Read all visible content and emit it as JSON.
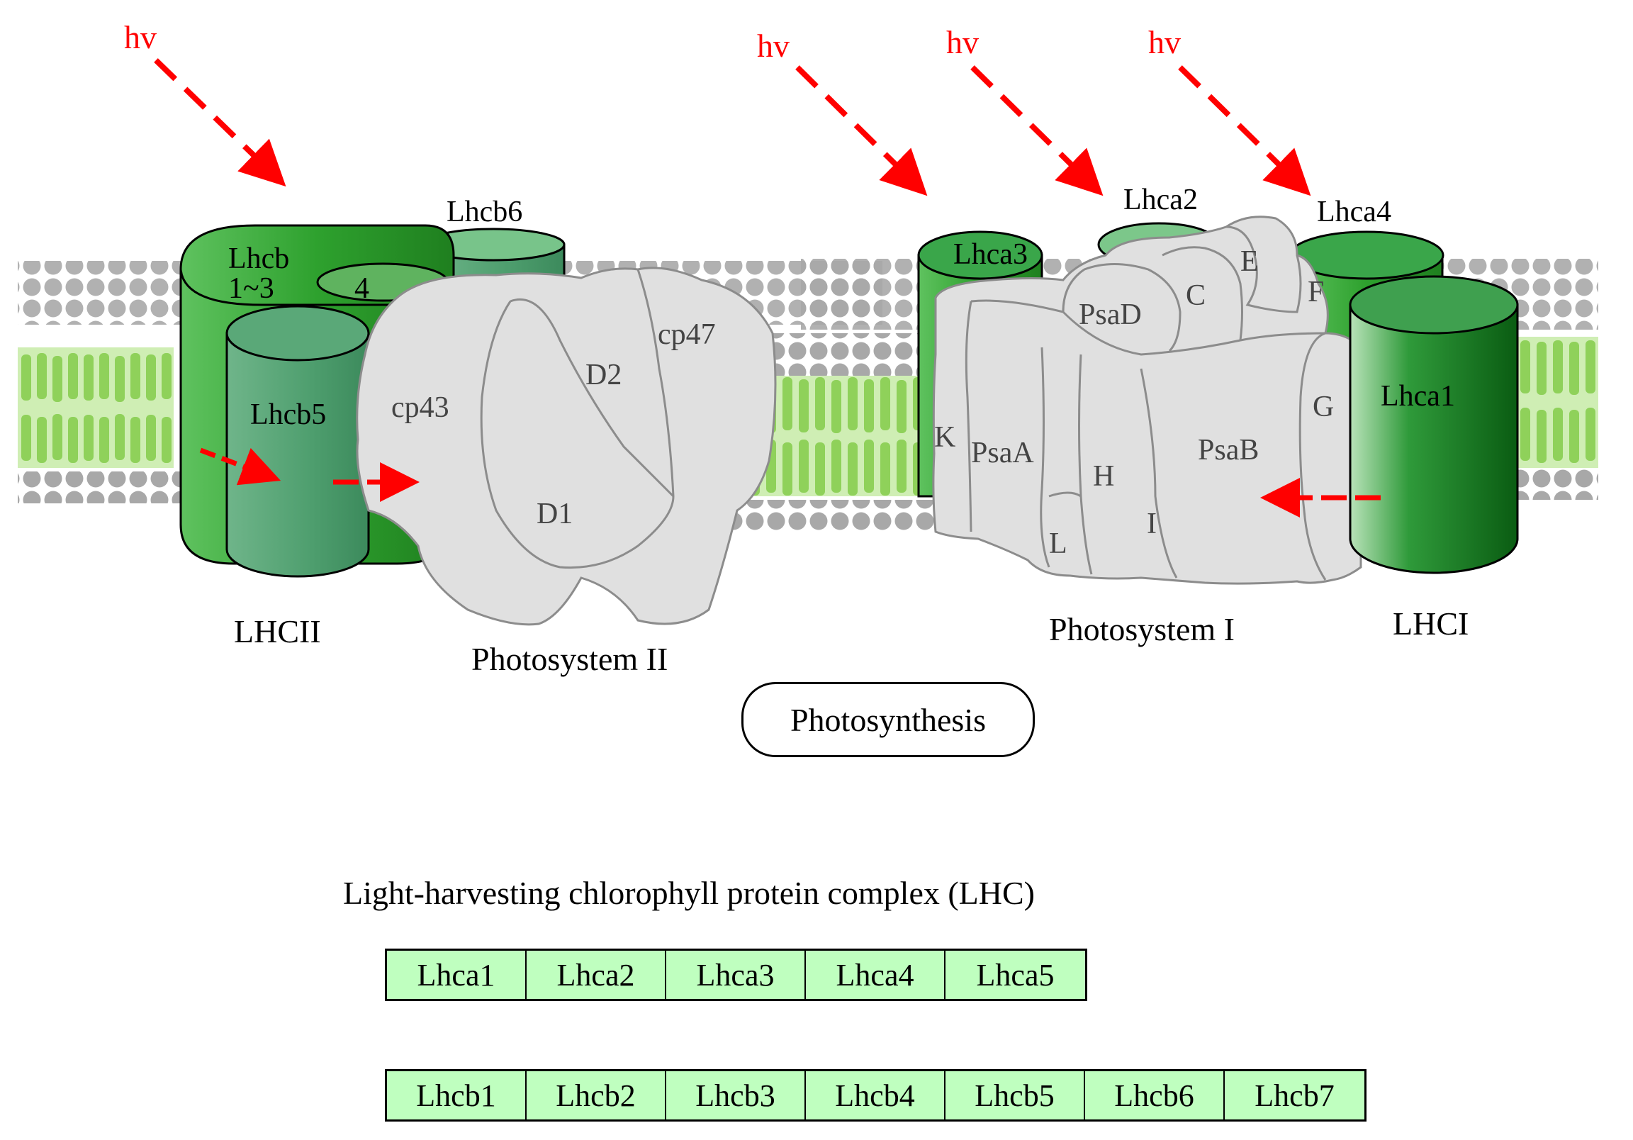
{
  "light": {
    "label": "hv",
    "color": "#ff0000"
  },
  "colors": {
    "membrane_head": "#a8a8a8",
    "lipid_tail": "#8fd15a",
    "lhc_green": "#2ea12e",
    "lhc_dark_green": "#0f6e1a",
    "lhcb5_green": "#4e9e6e",
    "complex_grey": "#e0e0e0",
    "table_fill": "#bfffbf",
    "arrow_red": "#ff0000"
  },
  "labels": {
    "lhcb13_line1": "Lhcb",
    "lhcb13_line2": "1~3",
    "lhcb4": "4",
    "lhcb5": "Lhcb5",
    "lhcb6": "Lhcb6",
    "cp43": "cp43",
    "cp47": "cp47",
    "d1": "D1",
    "d2": "D2",
    "lhca1": "Lhca1",
    "lhca2": "Lhca2",
    "lhca3": "Lhca3",
    "lhca4": "Lhca4",
    "psaa": "PsaA",
    "psab": "PsaB",
    "psad": "PsaD",
    "c": "C",
    "e": "E",
    "f": "F",
    "g": "G",
    "h": "H",
    "i": "I",
    "k": "K",
    "l": "L"
  },
  "complexes": {
    "lhcii": "LHCII",
    "photosystem_ii": "Photosystem II",
    "photosystem_i": "Photosystem I",
    "lhci": "LHCI"
  },
  "pathway_link": "Photosynthesis",
  "lhc_table": {
    "title": "Light-harvesting chlorophyll protein complex (LHC)",
    "lhca": [
      "Lhca1",
      "Lhca2",
      "Lhca3",
      "Lhca4",
      "Lhca5"
    ],
    "lhcb": [
      "Lhcb1",
      "Lhcb2",
      "Lhcb3",
      "Lhcb4",
      "Lhcb5",
      "Lhcb6",
      "Lhcb7"
    ]
  }
}
